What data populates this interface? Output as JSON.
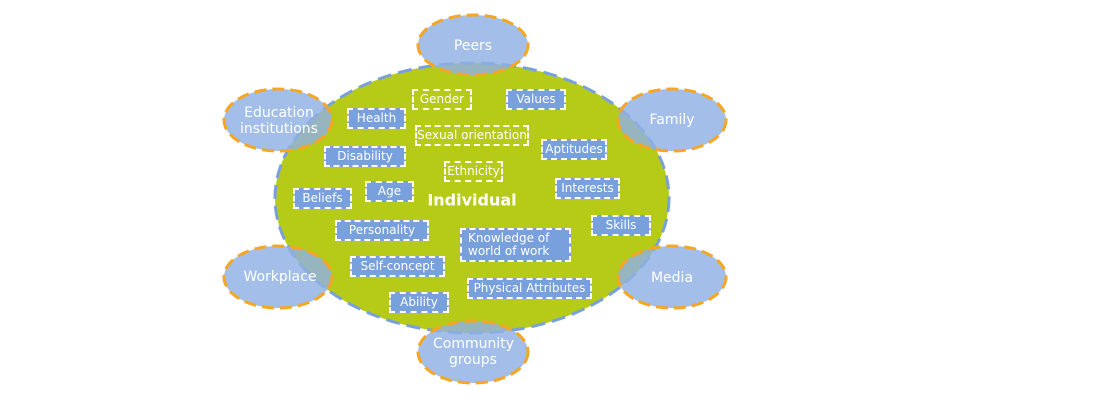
{
  "colors": {
    "individual_fill": "#b5cb17",
    "individual_border": "#7aa0dc",
    "context_fill": "#8fb0e3",
    "context_border": "#f5a623",
    "box_fill": "#77a0dc"
  },
  "center_label": "Individual",
  "contexts": [
    {
      "id": "peers",
      "label": "Peers"
    },
    {
      "id": "education",
      "label": "Education institutions"
    },
    {
      "id": "family",
      "label": "Family"
    },
    {
      "id": "workplace",
      "label": "Workplace"
    },
    {
      "id": "media",
      "label": "Media"
    },
    {
      "id": "community",
      "label": "Community groups"
    }
  ],
  "factors": [
    {
      "label": "Gender",
      "filled": false
    },
    {
      "label": "Values",
      "filled": true
    },
    {
      "label": "Health",
      "filled": true
    },
    {
      "label": "Sexual orientation",
      "filled": false
    },
    {
      "label": "Disability",
      "filled": true
    },
    {
      "label": "Aptitudes",
      "filled": true
    },
    {
      "label": "Ethnicity",
      "filled": false
    },
    {
      "label": "Interests",
      "filled": true
    },
    {
      "label": "Age",
      "filled": true
    },
    {
      "label": "Beliefs",
      "filled": true
    },
    {
      "label": "Skills",
      "filled": true
    },
    {
      "label": "Personality",
      "filled": true
    },
    {
      "label": "Knowledge of world of work",
      "filled": true
    },
    {
      "label": "Self-concept",
      "filled": true
    },
    {
      "label": "Physical Attributes",
      "filled": true
    },
    {
      "label": "Ability",
      "filled": true
    }
  ]
}
